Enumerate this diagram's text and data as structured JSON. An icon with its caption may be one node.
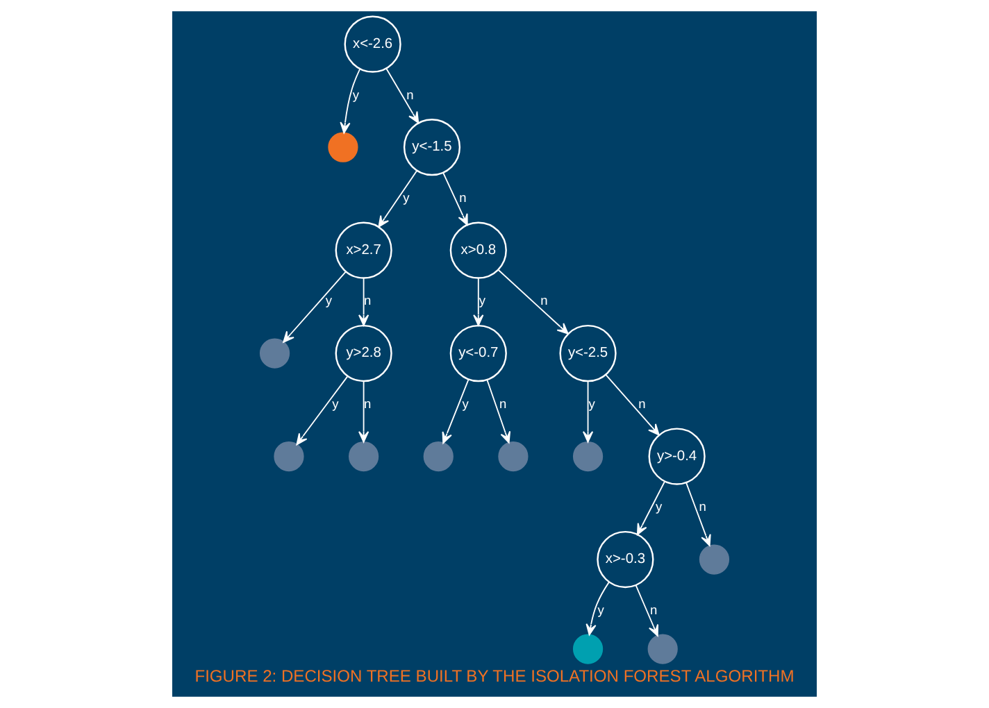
{
  "diagram": {
    "caption": "FIGURE 2: DECISION TREE BUILT BY THE ISOLATION FOREST ALGORITHM",
    "nodes": [
      {
        "text": [
          "x<-2.6"
        ]
      },
      {
        "text": [],
        "shape": "circle"
      },
      {
        "text": [
          "y<-1.5"
        ]
      },
      {
        "text": [
          "x>2.7"
        ]
      },
      {
        "text": [
          "x>0.8"
        ]
      },
      {
        "text": [],
        "shape": "circle"
      },
      {
        "text": [
          "y>2.8"
        ]
      },
      {
        "text": [
          "y<-0.7"
        ]
      },
      {
        "text": [
          "y<-2.5"
        ]
      },
      {
        "text": [],
        "shape": "circle"
      },
      {
        "text": [],
        "shape": "circle"
      },
      {
        "text": [],
        "shape": "circle"
      },
      {
        "text": [],
        "shape": "circle"
      },
      {
        "text": [],
        "shape": "circle"
      },
      {
        "text": [
          "y>-0.4"
        ]
      },
      {
        "text": [
          "x>-0.3"
        ]
      },
      {
        "text": [],
        "shape": "circle"
      },
      {
        "text": [],
        "shape": "circle"
      },
      {
        "text": [],
        "shape": "circle"
      }
    ],
    "edges": [
      {
        "from": 0,
        "to": 1,
        "arrow": "to",
        "label": "y"
      },
      {
        "from": 0,
        "to": 2,
        "arrow": "to",
        "label": "n"
      },
      {
        "from": 2,
        "to": 3,
        "arrow": "to",
        "label": "y"
      },
      {
        "from": 2,
        "to": 4,
        "arrow": "to",
        "label": "n"
      },
      {
        "from": 3,
        "to": 5,
        "arrow": "to",
        "label": "y"
      },
      {
        "from": 3,
        "to": 6,
        "arrow": "to",
        "label": "n"
      },
      {
        "from": 4,
        "to": 7,
        "arrow": "to",
        "label": "y"
      },
      {
        "from": 4,
        "to": 8,
        "arrow": "to",
        "label": "n"
      },
      {
        "from": 6,
        "to": 9,
        "arrow": "to",
        "label": "y"
      },
      {
        "from": 6,
        "to": 10,
        "arrow": "to",
        "label": "n"
      },
      {
        "from": 7,
        "to": 11,
        "arrow": "to",
        "label": "y"
      },
      {
        "from": 7,
        "to": 12,
        "arrow": "to",
        "label": "n"
      },
      {
        "from": 8,
        "to": 13,
        "arrow": "to",
        "label": "y"
      },
      {
        "from": 8,
        "to": 14,
        "arrow": "to",
        "label": "n"
      },
      {
        "from": 14,
        "to": 15,
        "arrow": "to",
        "label": "y"
      },
      {
        "from": 14,
        "to": 16,
        "arrow": "to",
        "label": "n"
      },
      {
        "from": 15,
        "to": 17,
        "arrow": "to",
        "label": "y"
      },
      {
        "from": 15,
        "to": 18,
        "arrow": "to",
        "label": "n"
      }
    ]
  }
}
